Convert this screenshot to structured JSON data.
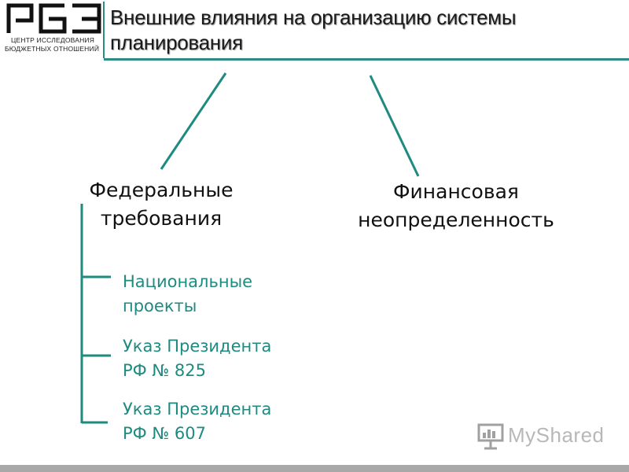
{
  "header": {
    "logo": {
      "mark": "РБЭ",
      "line1": "ЦЕНТР ИССЛЕДОВАНИЯ",
      "line2": "БЮДЖЕТНЫХ ОТНОШЕНИЙ"
    },
    "title_line1": "Внешние влияния на организацию системы",
    "title_line2": "планирования"
  },
  "diagram": {
    "left_node": {
      "line1": "Федеральные",
      "line2": "требования",
      "children": [
        {
          "line1": "Национальные",
          "line2": "проекты"
        },
        {
          "line1": "Указ Президента",
          "line2": "РФ № 825"
        },
        {
          "line1": "Указ Президента",
          "line2": "РФ № 607"
        }
      ]
    },
    "right_node": {
      "line1": "Финансовая",
      "line2": "неопределенность"
    }
  },
  "colors": {
    "accent": "#2a8c82",
    "child_text": "#1e8a80",
    "bottom_bar": "#a8a8a8"
  },
  "footer": {
    "brand": "MyShared",
    "brand_icon": "presentation-board-icon"
  }
}
